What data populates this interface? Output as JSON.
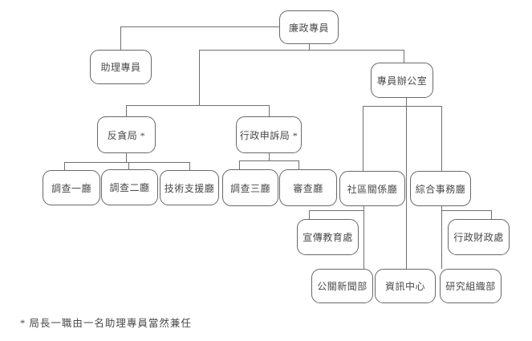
{
  "diagram": {
    "type": "org-chart",
    "footnote": "* 局長一職由一名助理專員當然兼任",
    "line_color": "#707070",
    "nodes": {
      "commissioner": {
        "label": "廉政專員"
      },
      "assistant_commissioner": {
        "label": "助理專員"
      },
      "commissioner_office": {
        "label": "專員辦公室"
      },
      "anti_corruption_bureau": {
        "label": "反貪局 *"
      },
      "admin_complaints_bureau": {
        "label": "行政申訴局 *"
      },
      "investigation_1": {
        "label": "調查一廳"
      },
      "investigation_2": {
        "label": "調查二廳"
      },
      "tech_support": {
        "label": "技術支援廳"
      },
      "investigation_3": {
        "label": "調查三廳"
      },
      "review": {
        "label": "審查廳"
      },
      "community_relations": {
        "label": "社區關係廳"
      },
      "general_affairs": {
        "label": "綜合事務廳"
      },
      "publicity_education": {
        "label": "宣傳教育處"
      },
      "admin_finance": {
        "label": "行政財政處"
      },
      "pr_news": {
        "label": "公關新聞部"
      },
      "info_center": {
        "label": "資訊中心"
      },
      "research_org": {
        "label": "研究組織部"
      }
    },
    "edges": [
      [
        "commissioner",
        "assistant_commissioner"
      ],
      [
        "commissioner",
        "commissioner_office"
      ],
      [
        "commissioner",
        "anti_corruption_bureau"
      ],
      [
        "commissioner",
        "admin_complaints_bureau"
      ],
      [
        "anti_corruption_bureau",
        "investigation_1"
      ],
      [
        "anti_corruption_bureau",
        "investigation_2"
      ],
      [
        "anti_corruption_bureau",
        "tech_support"
      ],
      [
        "admin_complaints_bureau",
        "investigation_3"
      ],
      [
        "admin_complaints_bureau",
        "review"
      ],
      [
        "commissioner_office",
        "community_relations"
      ],
      [
        "commissioner_office",
        "general_affairs"
      ],
      [
        "commissioner_office",
        "info_center"
      ],
      [
        "community_relations",
        "publicity_education"
      ],
      [
        "community_relations",
        "pr_news"
      ],
      [
        "general_affairs",
        "admin_finance"
      ],
      [
        "general_affairs",
        "research_org"
      ]
    ]
  }
}
